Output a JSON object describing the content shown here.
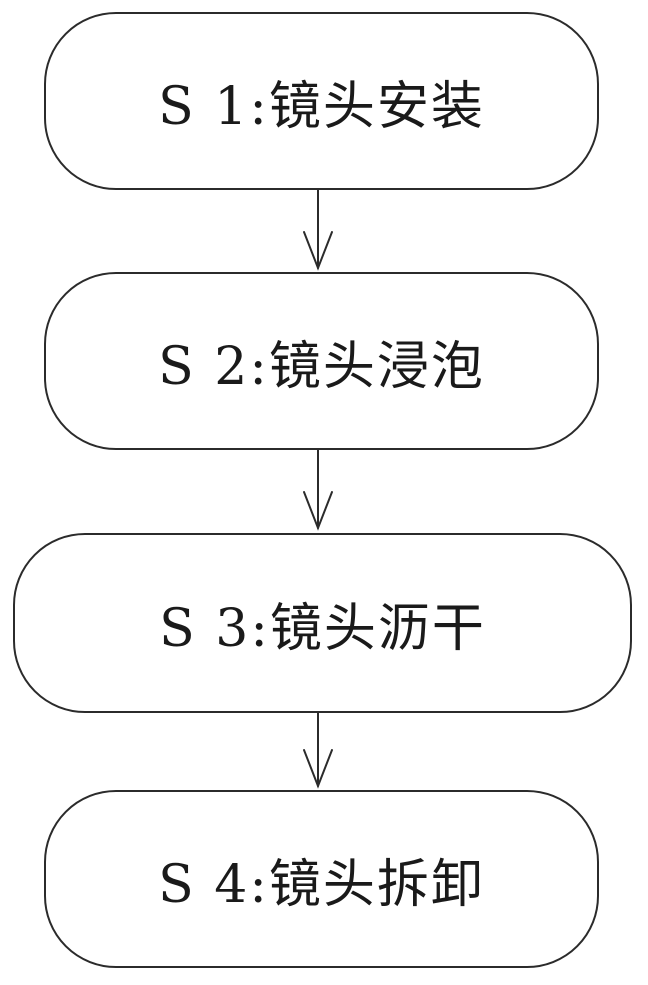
{
  "steps": [
    {
      "label": "S 1:镜头安装"
    },
    {
      "label": "S 2:镜头浸泡"
    },
    {
      "label": "S 3:镜头沥干"
    },
    {
      "label": "S 4:镜头拆卸"
    }
  ],
  "colors": {
    "stroke": "#2b2b2b",
    "text": "#1a1a1a",
    "background": "#ffffff"
  }
}
